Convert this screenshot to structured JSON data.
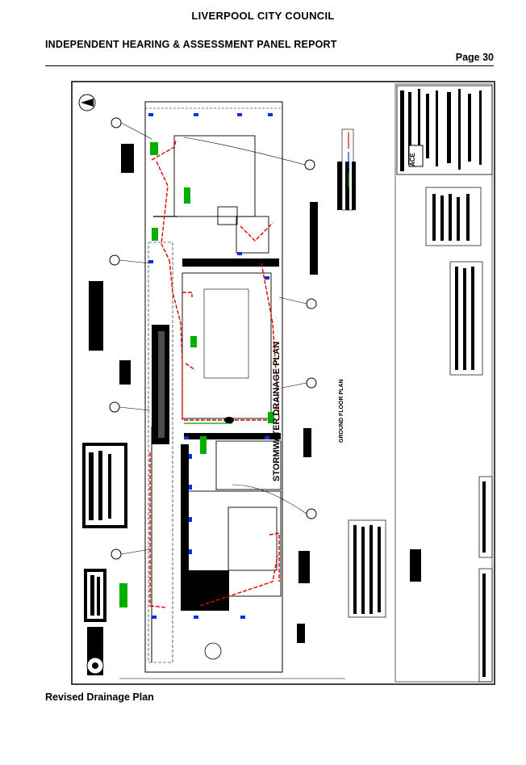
{
  "header": {
    "council": "LIVERPOOL CITY COUNCIL",
    "report": "INDEPENDENT HEARING & ASSESSMENT PANEL REPORT",
    "page": "Page 30"
  },
  "drawing": {
    "title": "STORMWATER DRAINAGE PLAN",
    "subtitle": "GROUND FLOOR PLAN",
    "logo": "ACE"
  },
  "caption": "Revised Drainage Plan",
  "colors": {
    "pipe": "#e00000",
    "green_label": "#00b000",
    "blue_mark": "#1030e0",
    "line": "#000000"
  }
}
